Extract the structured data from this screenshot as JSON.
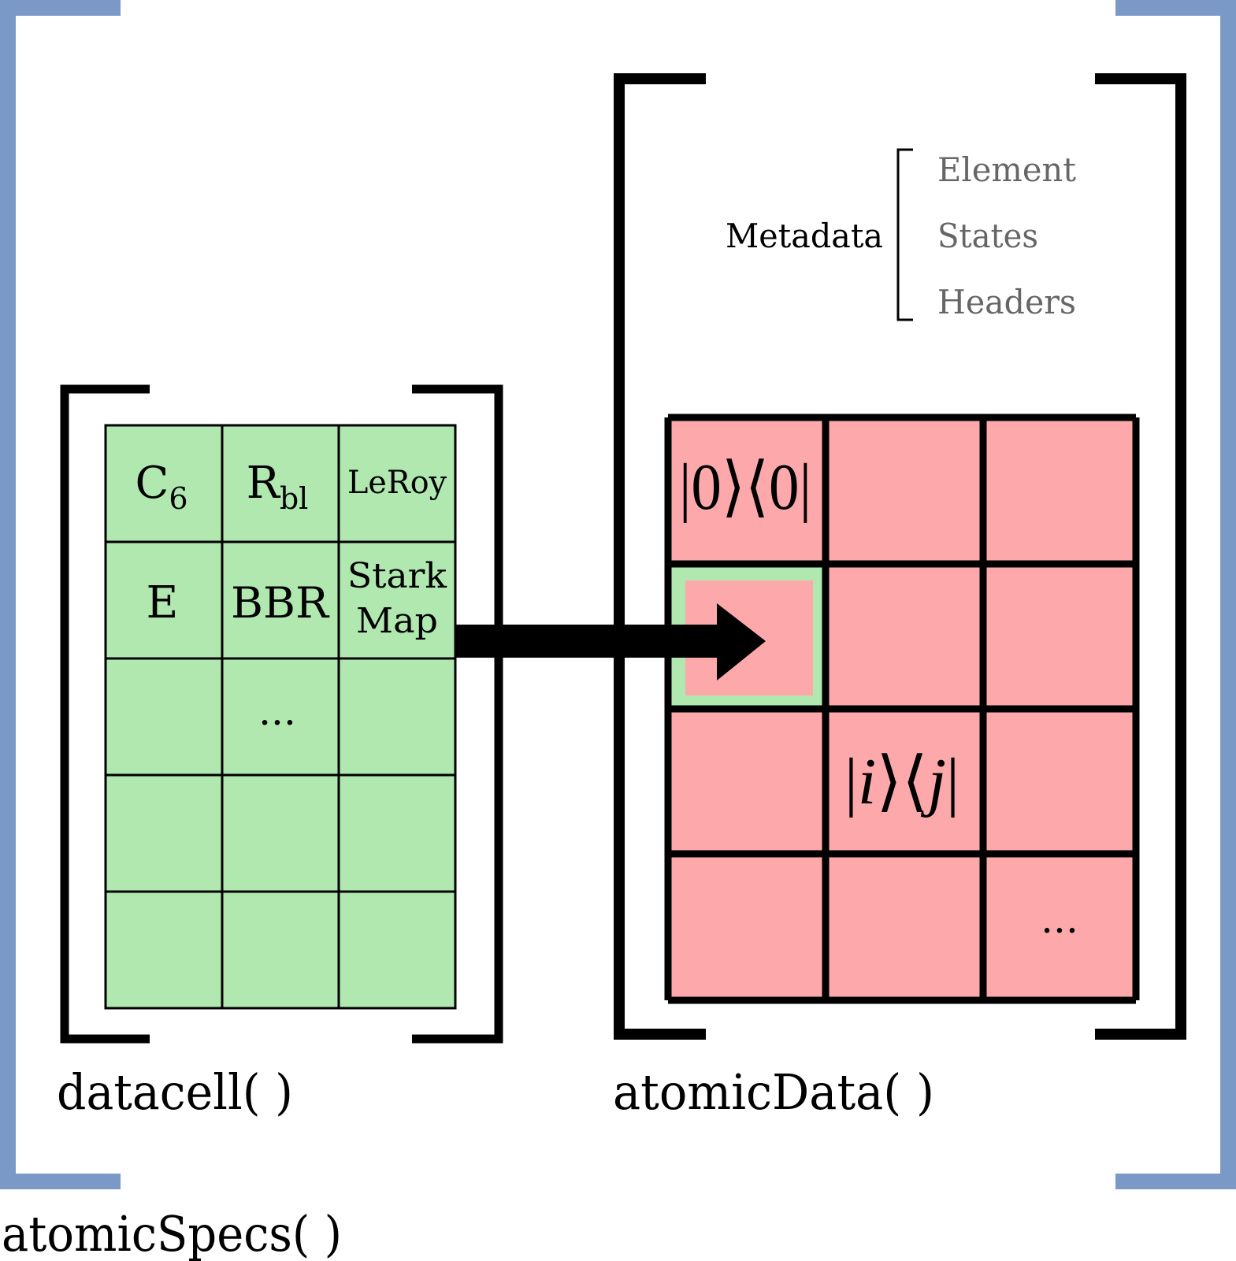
{
  "colors": {
    "outer_bracket": "#7b99c6",
    "bracket": "#000000",
    "green_fill": "#b0e8b0",
    "red_fill": "#fda9ab",
    "metadata_item": "#666666"
  },
  "atomicSpecs": {
    "label": "atomicSpecs( )"
  },
  "datacell": {
    "label": "datacell( )",
    "cells": {
      "c6_main": "C",
      "c6_sub": "6",
      "rbl_main": "R",
      "rbl_sub": "bl",
      "leroy": "LeRoy",
      "e": "E",
      "bbr": "BBR",
      "stark_line1": "Stark",
      "stark_line2": "Map",
      "ellipsis": "..."
    }
  },
  "atomicData": {
    "label": "atomicData( )",
    "metadata_label": "Metadata",
    "metadata_items": [
      "Element",
      "States",
      "Headers"
    ],
    "matrix": {
      "cell_00": "|0⟩⟨0|",
      "cell_ij_a": "|",
      "cell_ij_i": "i",
      "cell_ij_mid": "⟩⟨",
      "cell_ij_j": "j",
      "cell_ij_b": "|",
      "ellipsis": "..."
    }
  }
}
